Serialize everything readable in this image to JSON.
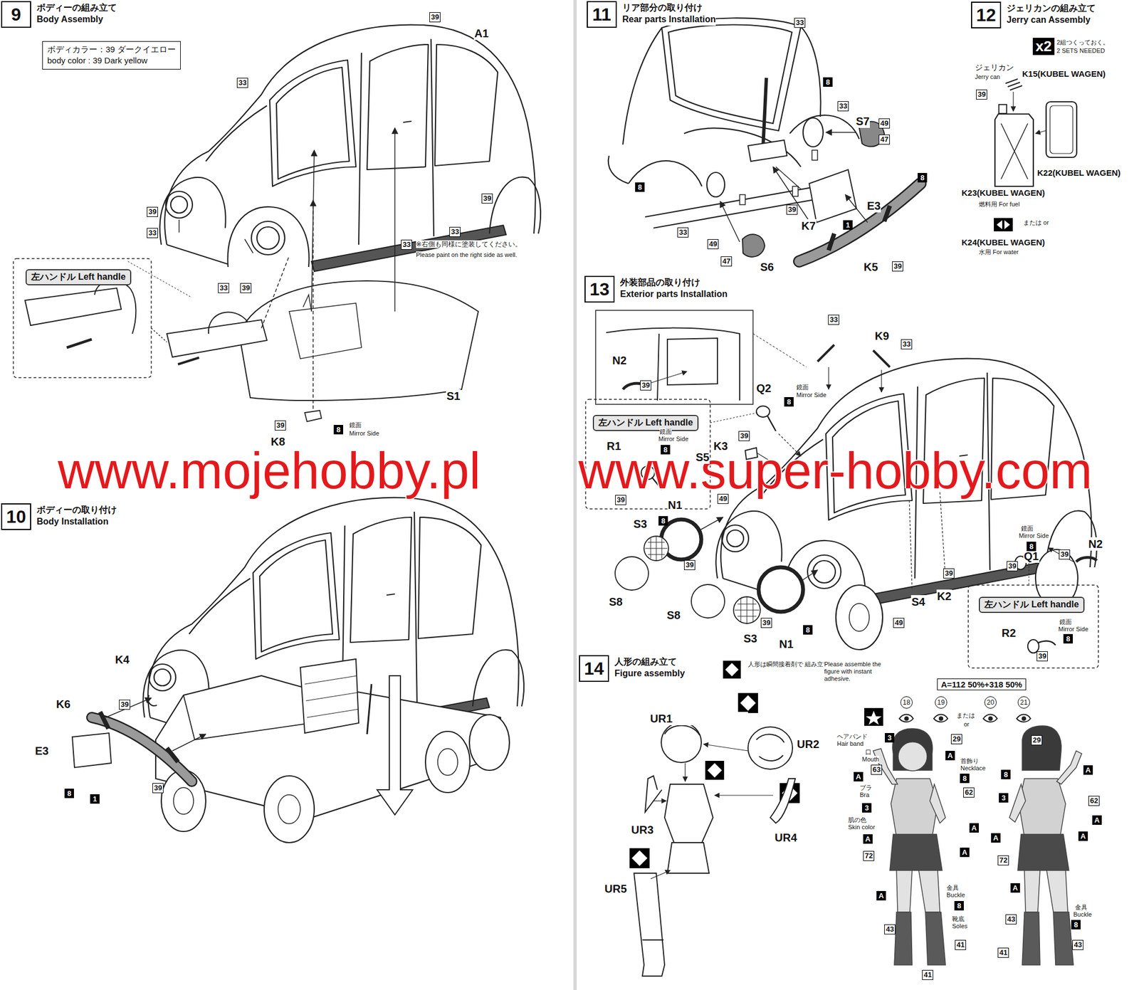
{
  "diagram": {
    "nodes": [
      {
        "text": [
          "9",
          "ボディーの組み立て",
          "Body Assembly"
        ]
      },
      {
        "text": [
          "ボディカラー：39 ダークイエロー",
          "body color : 39 Dark yellow"
        ]
      },
      {
        "text": [
          "左ハンドル Left handle"
        ]
      },
      {
        "text": [
          "10",
          "ボディーの取り付け",
          "Body Installation"
        ]
      },
      {
        "text": [
          "11",
          "リア部分の取り付け",
          "Rear parts Installation"
        ]
      },
      {
        "text": [
          "12",
          "ジェリカンの組み立て",
          "Jerry can Assembly"
        ]
      },
      {
        "text": [
          "x2"
        ]
      },
      {
        "text": [
          "13",
          "外装部品の取り付け",
          "Exterior parts Installation"
        ]
      },
      {
        "text": [
          "左ハンドル Left handle"
        ]
      },
      {
        "text": [
          "左ハンドル Left handle"
        ]
      },
      {
        "text": [
          "14",
          "人形の組み立て",
          "Figure assembly"
        ]
      },
      {
        "text": [
          "A=112 50%+318 50%"
        ]
      }
    ],
    "labels": [
      "39",
      "A1",
      "33",
      "39",
      "33",
      "39",
      "33",
      "33",
      "※右側も同様に塗装してください。",
      "Please paint on the right side as well.",
      "33",
      "39",
      "S1",
      "39",
      "K8",
      "8",
      "鏡面",
      "Mirror Side",
      "www.mojehobby.pl",
      "www.super-hobby.com",
      "K4",
      "K6",
      "39",
      "E3",
      "8",
      "1",
      "39",
      "33",
      "8",
      "33",
      "S7",
      "49",
      "47",
      "8",
      "8",
      "39",
      "E3",
      "K7",
      "1",
      "33",
      "49",
      "47",
      "S6",
      "K5",
      "39",
      "2組つくっておく。",
      "2 SETS NEEDED",
      "ジェリカン",
      "Jerry can",
      "K15(KUBEL WAGEN)",
      "39",
      "K22(KUBEL WAGEN)",
      "K23(KUBEL WAGEN)",
      "燃料用 For fuel",
      "または or",
      "K24(KUBEL WAGEN)",
      "水用 For water",
      "N2",
      "39",
      "33",
      "K9",
      "33",
      "Q2",
      "鏡面",
      "Mirror Side",
      "8",
      "R1",
      "鏡面",
      "Mirror Side",
      "8",
      "39",
      "39",
      "K3",
      "S5",
      "49",
      "N1",
      "S3",
      "8",
      "39",
      "S8",
      "S8",
      "39",
      "S3",
      "N1",
      "8",
      "49",
      "S4",
      "K2",
      "39",
      "39",
      "Q1",
      "鏡面",
      "Mirror Side",
      "8",
      "39",
      "N2",
      "鏡面",
      "Mirror Side",
      "R2",
      "8",
      "39",
      "人形は瞬間接着剤で 組み立ててください。",
      "Please assemble the figure with instant adhesive.",
      "UR1",
      "UR2",
      "UR3",
      "UR4",
      "UR5",
      "18",
      "19",
      "20",
      "21",
      "または",
      "or",
      "ヘアバンド",
      "Hair band",
      "3",
      "口",
      "Mouth",
      "29",
      "A",
      "63",
      "首飾り",
      "Necklace",
      "8",
      "A",
      "ブラ",
      "Bra",
      "62",
      "3",
      "肌の色",
      "Skin color",
      "A",
      "A",
      "72",
      "A",
      "A",
      "金具",
      "Buckle",
      "8",
      "靴底",
      "Soles",
      "43",
      "41",
      "41",
      "29",
      "8",
      "A",
      "3",
      "62",
      "A",
      "A",
      "A",
      "72",
      "A",
      "金具",
      "Buckle",
      "8",
      "43",
      "43",
      "41"
    ]
  }
}
